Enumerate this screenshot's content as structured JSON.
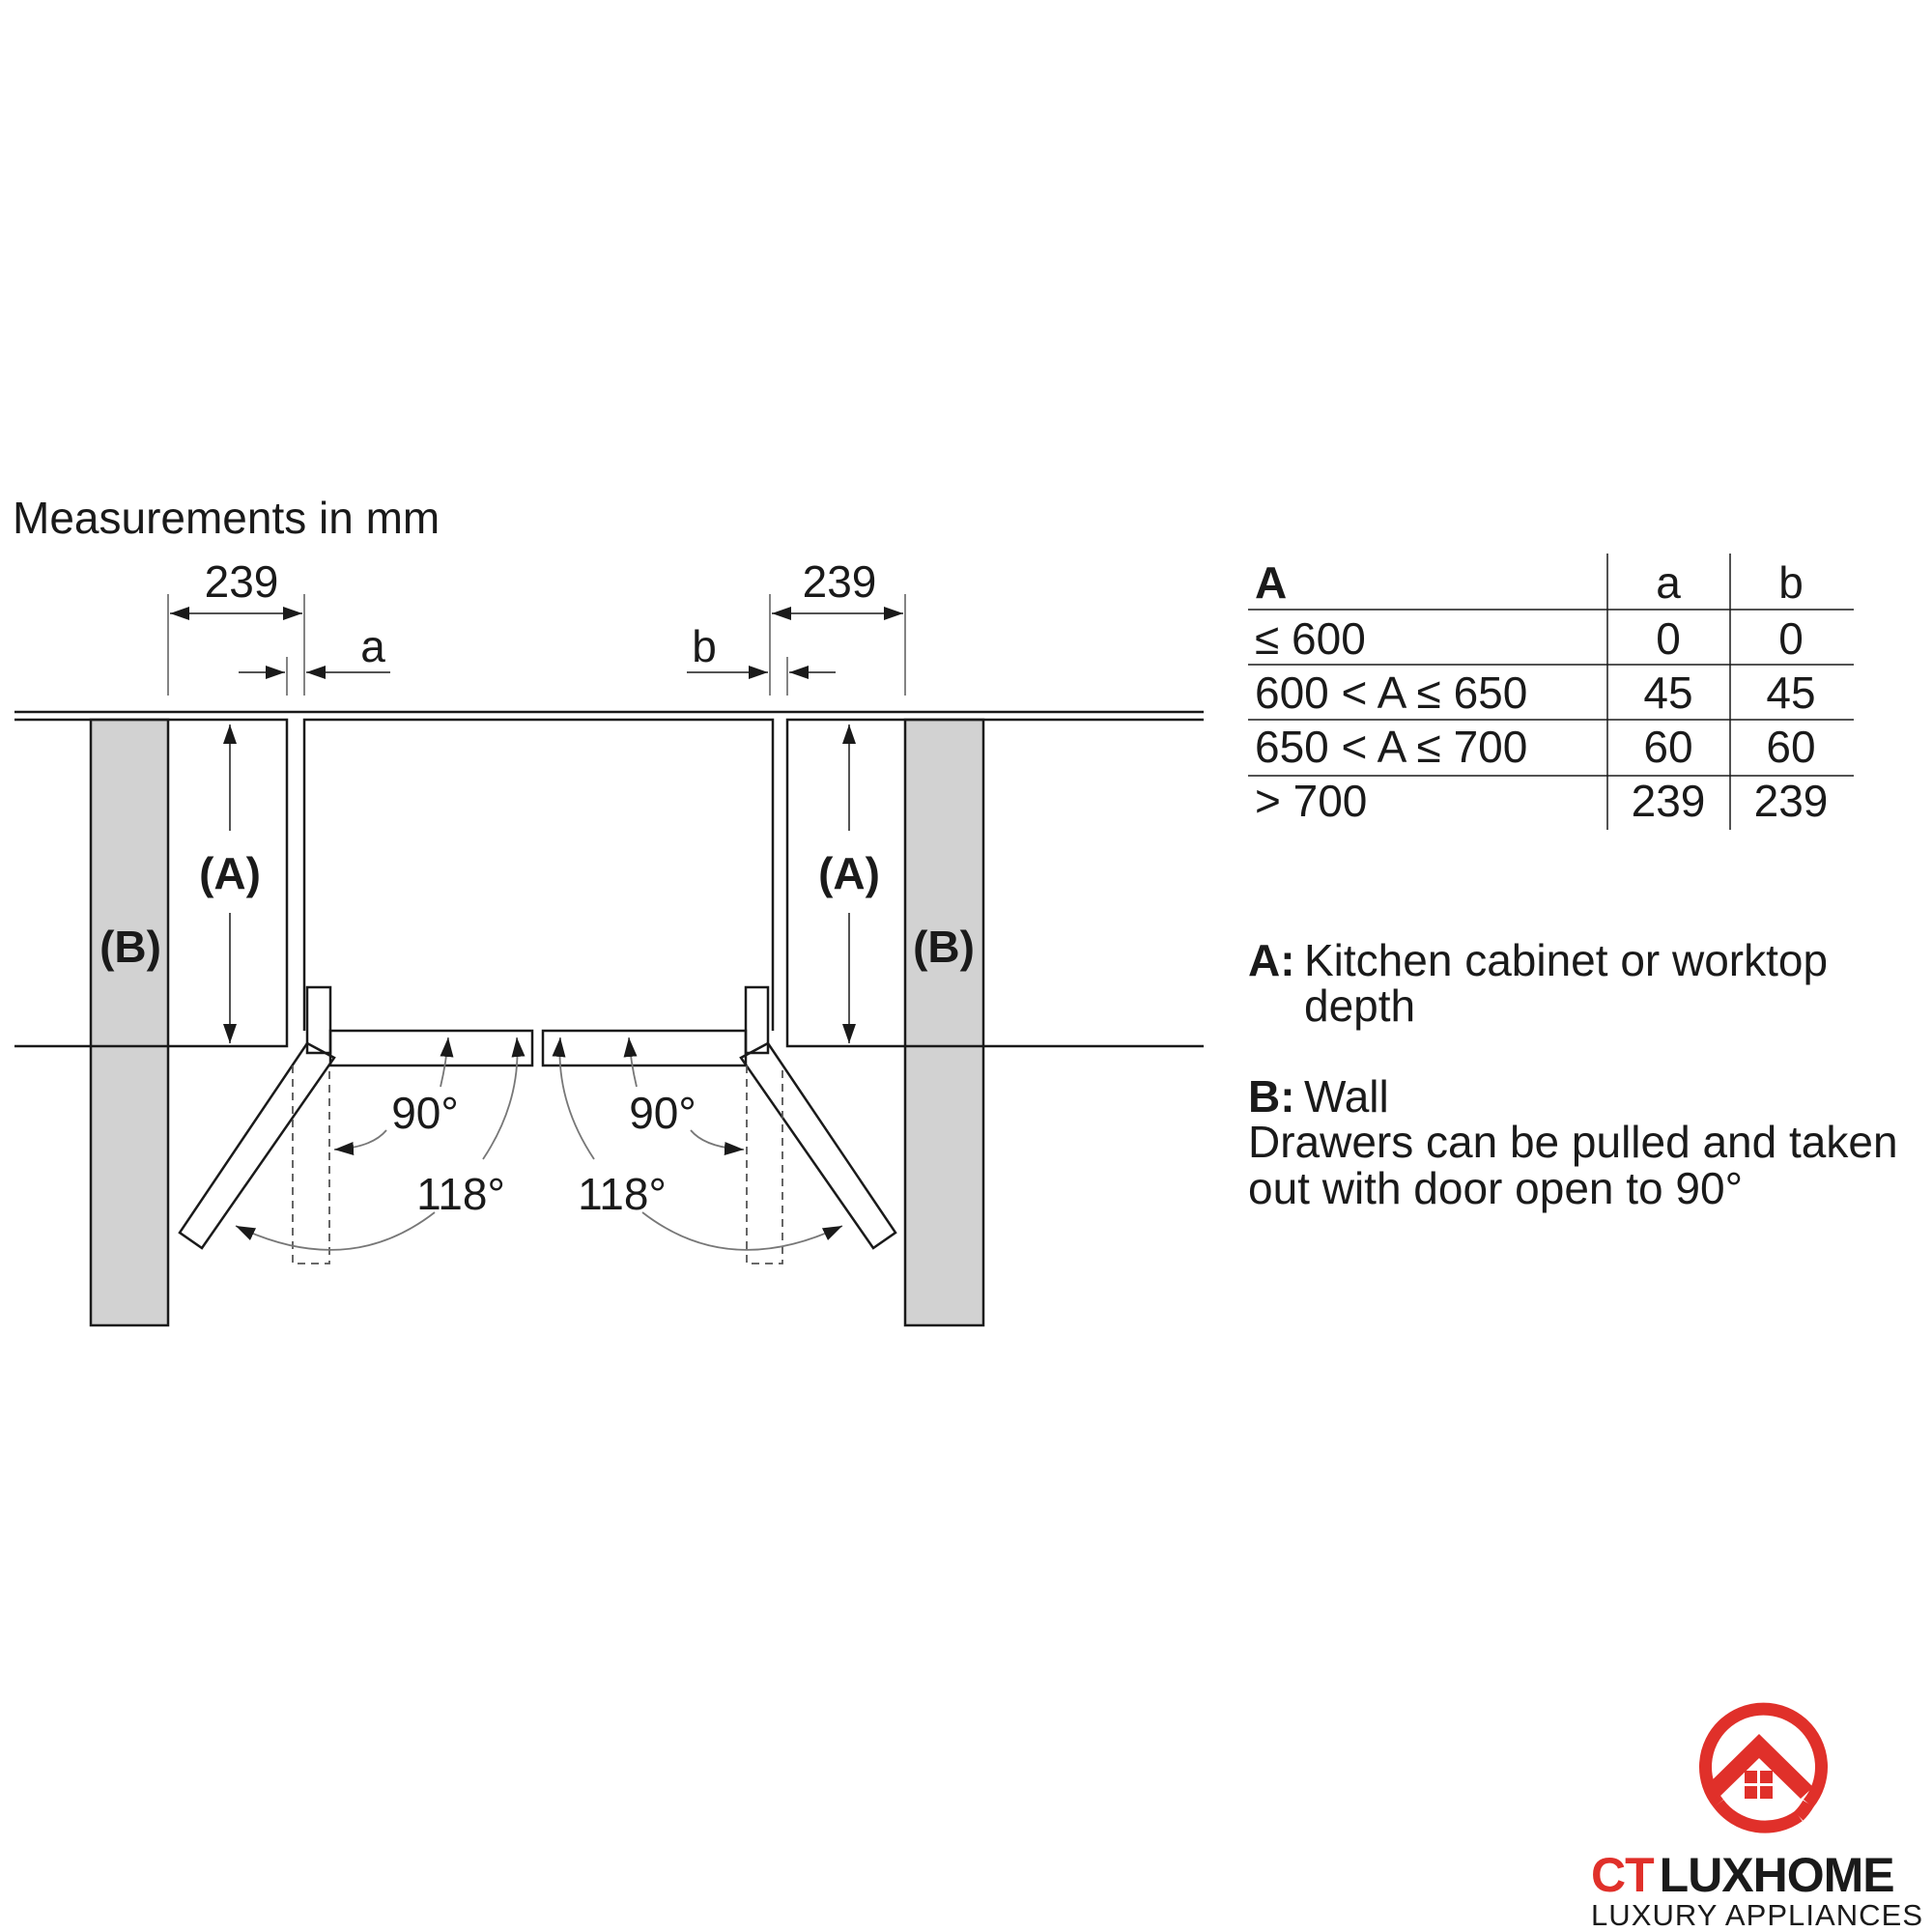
{
  "title": "Measurements in mm",
  "diagram": {
    "dim_left": "239",
    "dim_right": "239",
    "gap_left": "a",
    "gap_right": "b",
    "label_A": "(A)",
    "label_B": "(B)",
    "angle_drawer": "90°",
    "angle_max": "118°"
  },
  "table": {
    "headers": [
      "A",
      "a",
      "b"
    ],
    "rows": [
      [
        "≤ 600",
        "0",
        "0"
      ],
      [
        "600 < A ≤ 650",
        "45",
        "45"
      ],
      [
        "650 < A ≤ 700",
        "60",
        "60"
      ],
      [
        "> 700",
        "239",
        "239"
      ]
    ]
  },
  "legend": {
    "a_key": "A:",
    "a_text1": "Kitchen cabinet or worktop",
    "a_text2": "depth",
    "b_key": "B:",
    "b_text": "Wall",
    "note1": "Drawers can be pulled and taken",
    "note2": "out with door open to 90°"
  },
  "logo": {
    "brand_red": "CT",
    "brand_dark": "LUXHOME",
    "tagline": "LUXURY APPLIANCES",
    "accent": "#e0302a"
  }
}
